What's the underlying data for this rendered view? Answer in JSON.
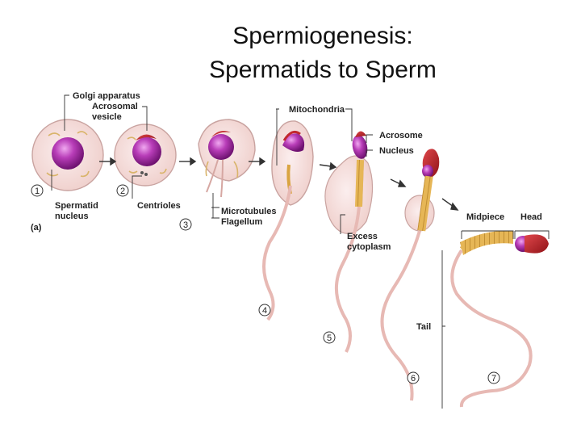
{
  "title": {
    "line1": "Spermiogenesis:",
    "line2": "Spermatids to Sperm"
  },
  "diagram": {
    "panel_label": "(a)",
    "labels": {
      "golgi": "Golgi apparatus",
      "acrosomal_1": "Acrosomal",
      "acrosomal_2": "vesicle",
      "spermatid_1": "Spermatid",
      "spermatid_2": "nucleus",
      "centrioles": "Centrioles",
      "microtubules": "Microtubules",
      "flagellum": "Flagellum",
      "mitochondria": "Mitochondria",
      "acrosome": "Acrosome",
      "nucleus": "Nucleus",
      "excess_1": "Excess",
      "excess_2": "cytoplasm",
      "midpiece": "Midpiece",
      "head": "Head",
      "tail": "Tail"
    },
    "stages": [
      "1",
      "2",
      "3",
      "4",
      "5",
      "6",
      "7"
    ]
  },
  "colors": {
    "cell_body": "#f2d7d5",
    "cell_outline": "#c9a3a0",
    "nucleus": "#a02ca0",
    "acrosome": "#c1272d",
    "midpiece": "#d9a441",
    "tail": "#e7b9b4"
  }
}
